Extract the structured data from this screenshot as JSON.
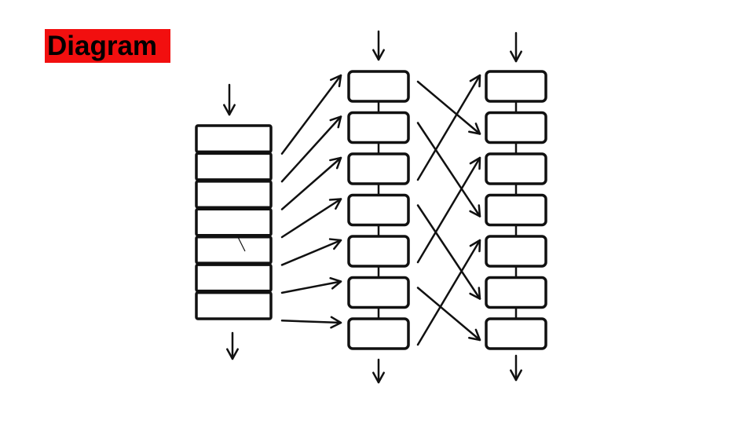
{
  "label": {
    "text": "Diagram",
    "background": "#f20f0f"
  },
  "diagram": {
    "ink_color": "#111111",
    "stack": {
      "cells": 7
    },
    "chain_middle": {
      "boxes": 7
    },
    "chain_right": {
      "boxes": 7
    },
    "connections": [
      {
        "from": "stack-1",
        "to": "middle-1"
      },
      {
        "from": "stack-2",
        "to": "middle-2"
      },
      {
        "from": "stack-3",
        "to": "middle-3"
      },
      {
        "from": "stack-4",
        "to": "middle-4"
      },
      {
        "from": "stack-5",
        "to": "middle-5"
      },
      {
        "from": "stack-6",
        "to": "middle-6"
      },
      {
        "from": "stack-7",
        "to": "middle-7"
      },
      {
        "from": "middle-1",
        "to": "right-2"
      },
      {
        "from": "middle-2",
        "to": "right-4"
      },
      {
        "from": "middle-3",
        "to": "right-1"
      },
      {
        "from": "middle-4",
        "to": "right-6"
      },
      {
        "from": "middle-5",
        "to": "right-3"
      },
      {
        "from": "middle-6",
        "to": "right-7"
      },
      {
        "from": "middle-7",
        "to": "right-5"
      }
    ]
  }
}
